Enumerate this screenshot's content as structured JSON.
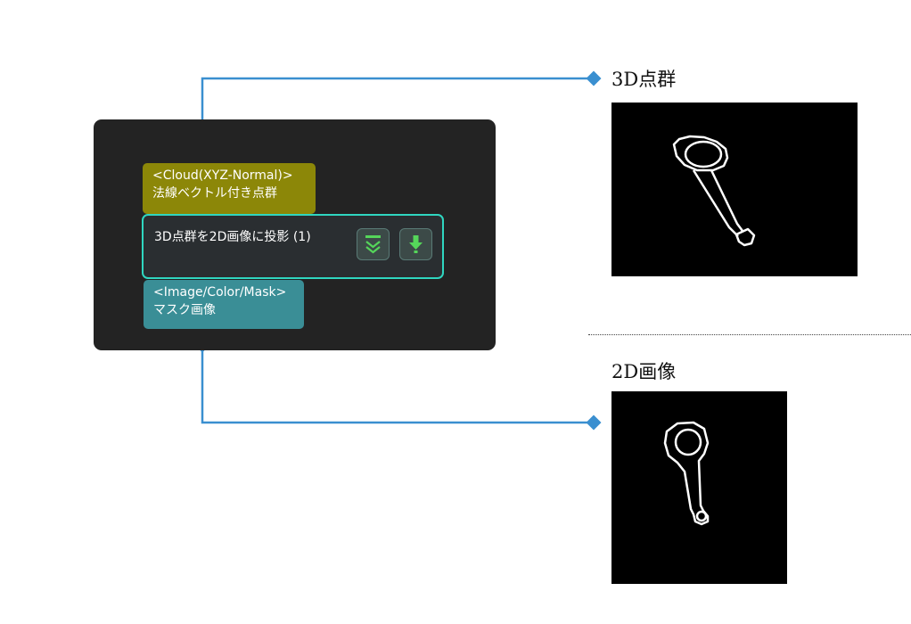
{
  "node": {
    "input_port": {
      "type": "<Cloud(XYZ-Normal)>",
      "name": "法線ベクトル付き点群"
    },
    "step": {
      "title": "3D点群を2D画像に投影 (1)"
    },
    "output_port": {
      "type": "<Image/Color/Mask>",
      "name": "マスク画像"
    },
    "icons": [
      "chevrons-down-icon",
      "download-arrow-icon"
    ]
  },
  "previews": {
    "input_caption": "3D点群",
    "output_caption": "2D画像"
  },
  "colors": {
    "panel_bg": "#232323",
    "input_port": "#8c8708",
    "output_port": "#3a8e96",
    "step_border": "#2fd6c0",
    "connector": "#3a8fd0",
    "icon_green": "#55d65a"
  }
}
